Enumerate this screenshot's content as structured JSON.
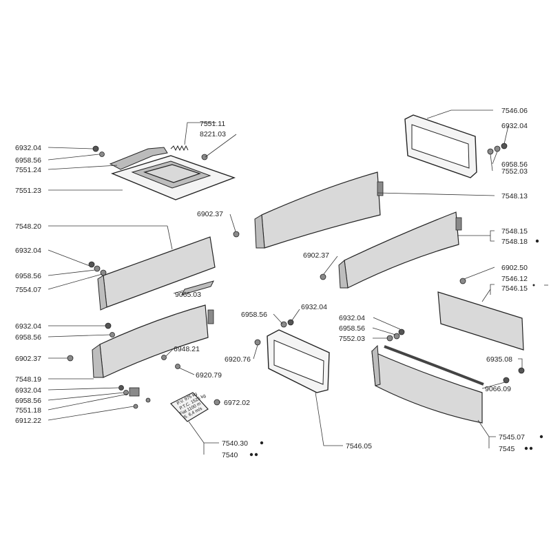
{
  "labels": {
    "l7551_11": "7551.11",
    "l8221_03": "8221.03",
    "l6932_04_a": "6932.04",
    "l6958_56_a": "6958.56",
    "l7551_24": "7551.24",
    "l7551_23": "7551.23",
    "l7546_06": "7546.06",
    "l6932_04_b": "6932.04",
    "l6958_56_b": "6958.56",
    "l7552_03_a": "7552.03",
    "l7548_13": "7548.13",
    "l6902_37_a": "6902.37",
    "l7548_20": "7548.20",
    "l7548_15": "7548.15",
    "l7548_18": "7548.18",
    "l6932_04_c": "6932.04",
    "l6902_37_b": "6902.37",
    "l6958_56_c": "6958.56",
    "l7554_07": "7554.07",
    "l6902_50": "6902.50",
    "l7546_12": "7546.12",
    "l7546_15": "7546.15",
    "l9065_03": "9065.03",
    "l6958_56_d": "6958.56",
    "l6932_04_d": "6932.04",
    "l6932_04_e": "6932.04",
    "l6932_04_f": "6932.04",
    "l6958_56_e": "6958.56",
    "l6958_56_f": "6958.56",
    "l7552_03_b": "7552.03",
    "l6948_21": "6948.21",
    "l6902_37_c": "6902.37",
    "l6920_76": "6920.76",
    "l6935_08": "6935.08",
    "l7548_19": "7548.19",
    "l6920_79": "6920.79",
    "l6932_04_g": "6932.04",
    "l9066_09": "9066.09",
    "l6958_56_g": "6958.56",
    "l7551_18": "7551.18",
    "l6972_02": "6972.02",
    "l6912_22": "6912.22",
    "l7545_07": "7545.07",
    "l7545": "7545",
    "l7540_30": "7540.30",
    "l7540": "7540",
    "l7546_05": "7546.05"
  },
  "plate": {
    "line1": "P.V. 975 kg",
    "line2": "P.T.C. 1525 kg",
    "line3": "Fiat 1100 m",
    "line4": "S. 6,4 m/s"
  }
}
